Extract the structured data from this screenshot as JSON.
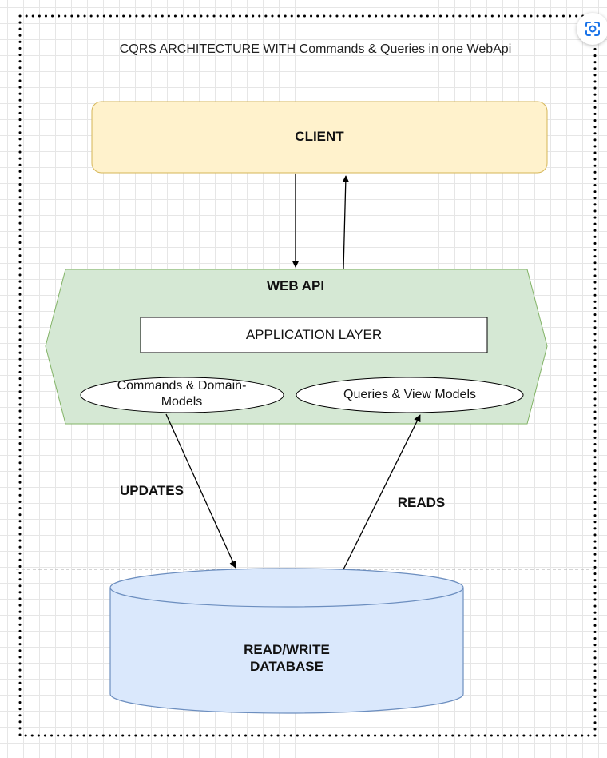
{
  "diagram": {
    "title": "CQRS ARCHITECTURE WITH Commands & Queries in one WebApi",
    "client": "CLIENT",
    "web_api": "WEB API",
    "application_layer": "APPLICATION LAYER",
    "commands": "Commands & Domain-\nModels",
    "queries": "Queries & View Models",
    "updates": "UPDATES",
    "reads": "READS",
    "database": "READ/WRITE\nDATABASE"
  },
  "colors": {
    "client_fill": "#fff2cc",
    "client_stroke": "#d6b656",
    "webapi_fill": "#d5e8d4",
    "webapi_stroke": "#82b366",
    "db_fill": "#dae8fc",
    "db_stroke": "#6c8ebf"
  },
  "overlay": {
    "scan_icon": "lens-scan-icon"
  }
}
